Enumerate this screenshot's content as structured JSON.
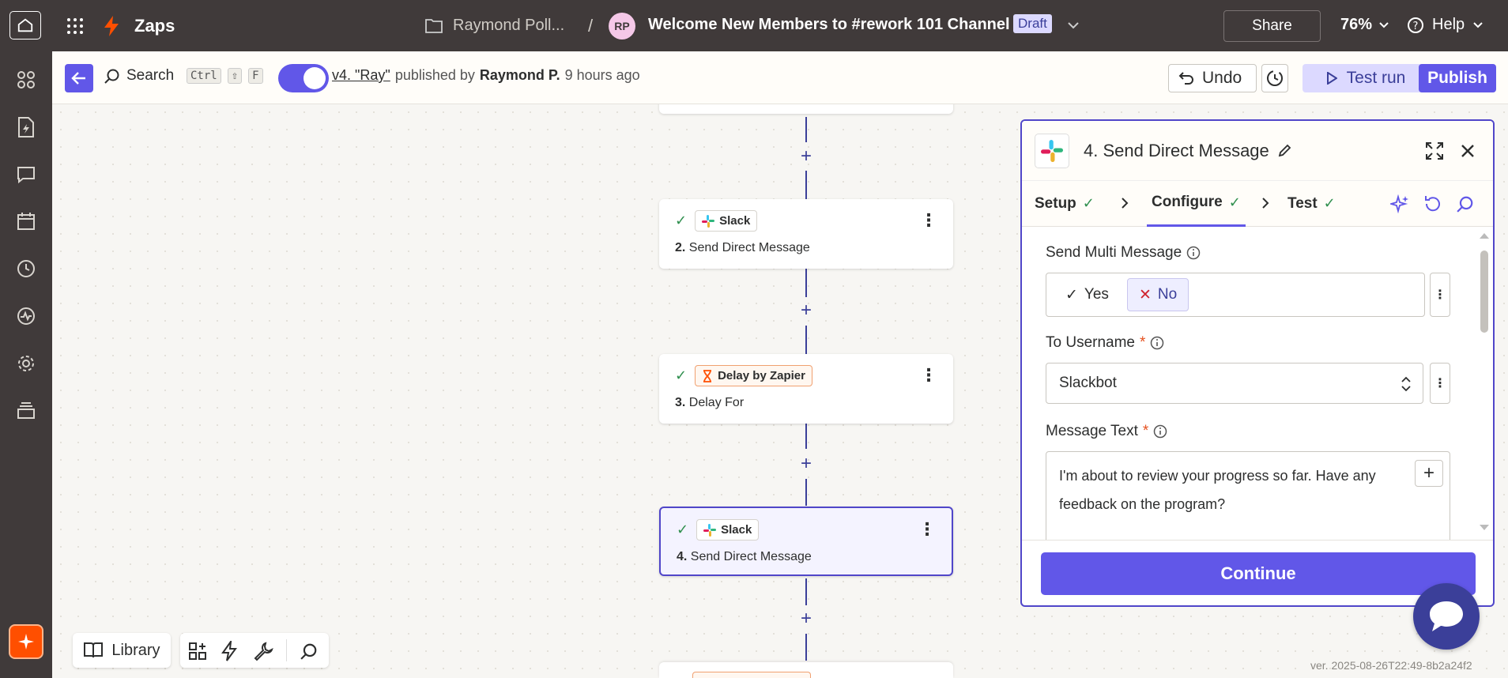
{
  "topbar": {
    "app_name": "Zaps",
    "folder": "Raymond Poll...",
    "separator": "/",
    "avatar_initials": "RP",
    "zap_title": "Welcome New Members to #rework 101 Channel",
    "status_badge": "Draft",
    "share_label": "Share",
    "zoom": "76%",
    "help_label": "Help"
  },
  "toolbar": {
    "search_label": "Search",
    "shortcut_ctrl": "Ctrl",
    "shortcut_shift": "⇧",
    "shortcut_f": "F",
    "version_link": "v4. \"Ray\"",
    "published_by": "published by",
    "author": "Raymond P.",
    "time_ago": "9 hours ago",
    "undo_label": "Undo",
    "test_run_label": "Test run",
    "publish_label": "Publish"
  },
  "nodes": [
    {
      "app": "Slack",
      "num": "2.",
      "title": "Send Direct Message"
    },
    {
      "app": "Delay by Zapier",
      "num": "3.",
      "title": "Delay For"
    },
    {
      "app": "Slack",
      "num": "4.",
      "title": "Send Direct Message"
    }
  ],
  "panel": {
    "title": "4. Send Direct Message",
    "tabs": [
      "Setup",
      "Configure",
      "Test"
    ],
    "send_multi_label": "Send Multi Message",
    "yes_label": "Yes",
    "no_label": "No",
    "to_username_label": "To Username",
    "required_mark": "*",
    "to_username_value": "Slackbot",
    "message_text_label": "Message Text",
    "message_text_value": "I'm about to review your progress so far. Have any feedback on the program?",
    "continue_label": "Continue"
  },
  "bottom": {
    "library_label": "Library",
    "version_string": "ver. 2025-08-26T22:49-8b2a24f2"
  },
  "colors": {
    "accent": "#6157e8",
    "topbar": "#403a3a",
    "zapier_orange": "#ff4f00",
    "check_green": "#2f8f4e"
  }
}
